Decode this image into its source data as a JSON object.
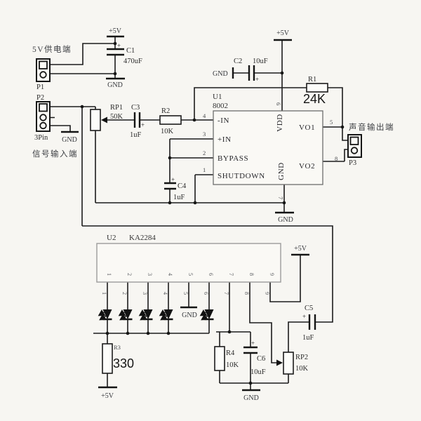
{
  "labels": {
    "power_in_cn": "5V供电端",
    "signal_in_cn": "信号输入端",
    "audio_out_cn": "声音输出端"
  },
  "power": {
    "vcc": "+5V",
    "gnd": "GND"
  },
  "connectors": {
    "p1": "P1",
    "p2": "P2",
    "p3": "P3",
    "p2_type": "3Pin"
  },
  "components": {
    "plus": "+",
    "c1": {
      "ref": "C1",
      "value": "470uF"
    },
    "c2": {
      "ref": "C2",
      "value": "10uF"
    },
    "c3": {
      "ref": "C3",
      "value": "1uF"
    },
    "c4": {
      "ref": "C4",
      "value": "1uF"
    },
    "c5": {
      "ref": "C5",
      "value": "1uF"
    },
    "c6": {
      "ref": "C6",
      "value": "10uF"
    },
    "r1": {
      "ref": "R1",
      "value": "24K"
    },
    "r2": {
      "ref": "R2",
      "value": "10K"
    },
    "r3": {
      "ref": "R3",
      "value": "330"
    },
    "r4": {
      "ref": "R4",
      "value": "10K"
    },
    "rp1": {
      "ref": "RP1",
      "value": "50K"
    },
    "rp2": {
      "ref": "RP2",
      "value": "10K"
    }
  },
  "u1": {
    "ref": "U1",
    "part": "8002",
    "pin_in_neg": "-IN",
    "pin_in_pos": "+IN",
    "pin_bypass": "BYPASS",
    "pin_shutdown": "SHUTDOWN",
    "pin_vdd": "VDD",
    "pin_gnd": "GND",
    "pin_vo1": "VO1",
    "pin_vo2": "VO2",
    "num_in_neg": "4",
    "num_in_pos": "3",
    "num_bypass": "2",
    "num_shutdown": "1",
    "num_vo1": "5",
    "num_vo2": "8",
    "num_vdd": "6",
    "num_gnd": "7"
  },
  "u2": {
    "ref": "U2",
    "part": "KA2284",
    "pins": [
      "1",
      "2",
      "3",
      "4",
      "5",
      "6",
      "7",
      "8",
      "9"
    ]
  }
}
